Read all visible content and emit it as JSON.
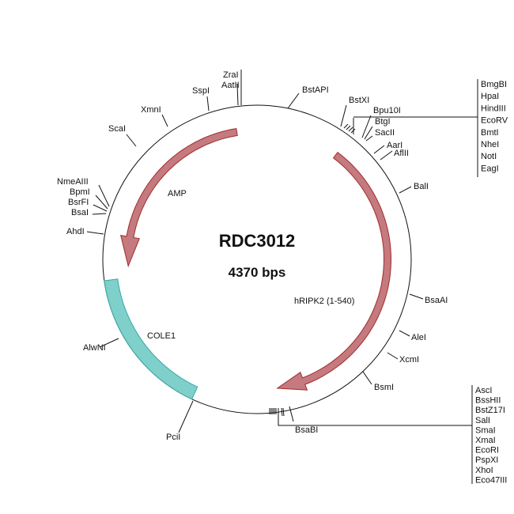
{
  "plasmid": {
    "name": "RDC3012",
    "size": "4370 bps"
  },
  "features": {
    "amp": "AMP",
    "hripk2": "hRIPK2 (1-540)",
    "cole1": "COLE1"
  },
  "colors": {
    "arrow_fill": "#c47a7e",
    "arrow_stroke": "#a32b2b",
    "ori_fill": "#7fcfcb",
    "ori_stroke": "#35aaa5"
  },
  "sites": {
    "zrai": "ZraI",
    "aatii": "AatII",
    "sspi": "SspI",
    "xmni": "XmnI",
    "scai": "ScaI",
    "bstapi": "BstAPI",
    "bstxi": "BstXI",
    "bpu10i": "Bpu10I",
    "btgi": "BtgI",
    "sacii": "SacII",
    "aari": "AarI",
    "aflii": "AflII",
    "bali": "BalI",
    "bsaai": "BsaAI",
    "alei": "AleI",
    "xcmi": "XcmI",
    "bsmi": "BsmI",
    "bsabi": "BsaBI",
    "pcii": "PciI",
    "alwni": "AlwNI",
    "ahdi": "AhdI",
    "nmeaiii": "NmeAIII",
    "bpmi": "BpmI",
    "bsrfi": "BsrFI",
    "bsai": "BsaI"
  },
  "mcs_top": [
    "BmgBI",
    "HpaI",
    "HindIII",
    "EcoRV",
    "BmtI",
    "NheI",
    "NotI",
    "EagI"
  ],
  "mcs_bottom": [
    "AscI",
    "BssHII",
    "BstZ17I",
    "SalI",
    "SmaI",
    "XmaI",
    "EcoRI",
    "PspXI",
    "XhoI",
    "Eco47III"
  ]
}
